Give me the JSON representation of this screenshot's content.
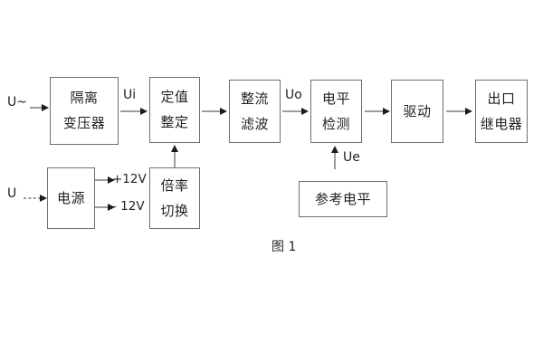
{
  "figure": {
    "caption": "图 1",
    "background_color": "#ffffff",
    "box_border_color": "#6f6f6f",
    "line_color": "#3a3a3a",
    "text_color": "#231f20"
  },
  "blocks": [
    {
      "id": "isolation-transformer",
      "line1": "隔离",
      "line2": "变压器"
    },
    {
      "id": "setting-value",
      "line1": "定值",
      "line2": "整定"
    },
    {
      "id": "rectify-filter",
      "line1": "整流",
      "line2": "滤波"
    },
    {
      "id": "level-detection",
      "line1": "电平",
      "line2": "检测"
    },
    {
      "id": "drive",
      "line1": "驱动",
      "line2": ""
    },
    {
      "id": "output-relay",
      "line1": "出口",
      "line2": "继电器"
    },
    {
      "id": "power-supply",
      "line1": "电源",
      "line2": ""
    },
    {
      "id": "ratio-switch",
      "line1": "倍率",
      "line2": "切换"
    },
    {
      "id": "reference-level",
      "line1": "参考电平",
      "line2": ""
    }
  ],
  "signals": {
    "input_ac": "U~",
    "input_dc": "U",
    "ui": "Ui",
    "uo": "Uo",
    "ue": "Ue",
    "rail_positive": "+12V",
    "rail_negative": "- 12V"
  }
}
